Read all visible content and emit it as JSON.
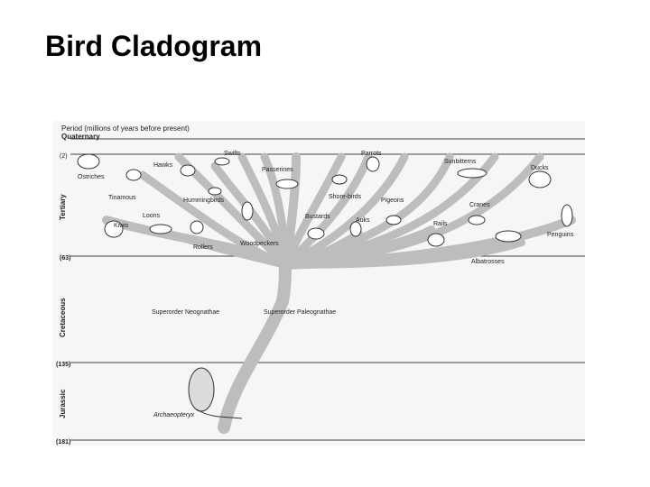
{
  "title": "Bird Cladogram",
  "header": {
    "axis_title": "Period (millions of years before present)",
    "top_period": "Quaternary"
  },
  "periods": [
    {
      "name": "Tertiary",
      "start_label": "(2)",
      "end_label": "(63)"
    },
    {
      "name": "Cretaceous",
      "end_label": "(135)"
    },
    {
      "name": "Jurassic",
      "end_label": "(181)"
    }
  ],
  "superorders": [
    "Superorder Neognathae",
    "Superorder Paleognathae"
  ],
  "taxa": [
    "Ostriches",
    "Tinamous",
    "Hawks",
    "Swifts",
    "Hummingbirds",
    "Loons",
    "Kiwis",
    "Rollers",
    "Woodpeckers",
    "Passerines",
    "Parrots",
    "Shore-birds",
    "Bustards",
    "Auks",
    "Pigeons",
    "Sunbitterns",
    "Ducks",
    "Cranes",
    "Rails",
    "Albatrosses",
    "Penguins"
  ],
  "fossil": "Archaeopteryx",
  "colors": {
    "branch": "#bdbdbd",
    "line": "#444444",
    "text": "#222222"
  }
}
